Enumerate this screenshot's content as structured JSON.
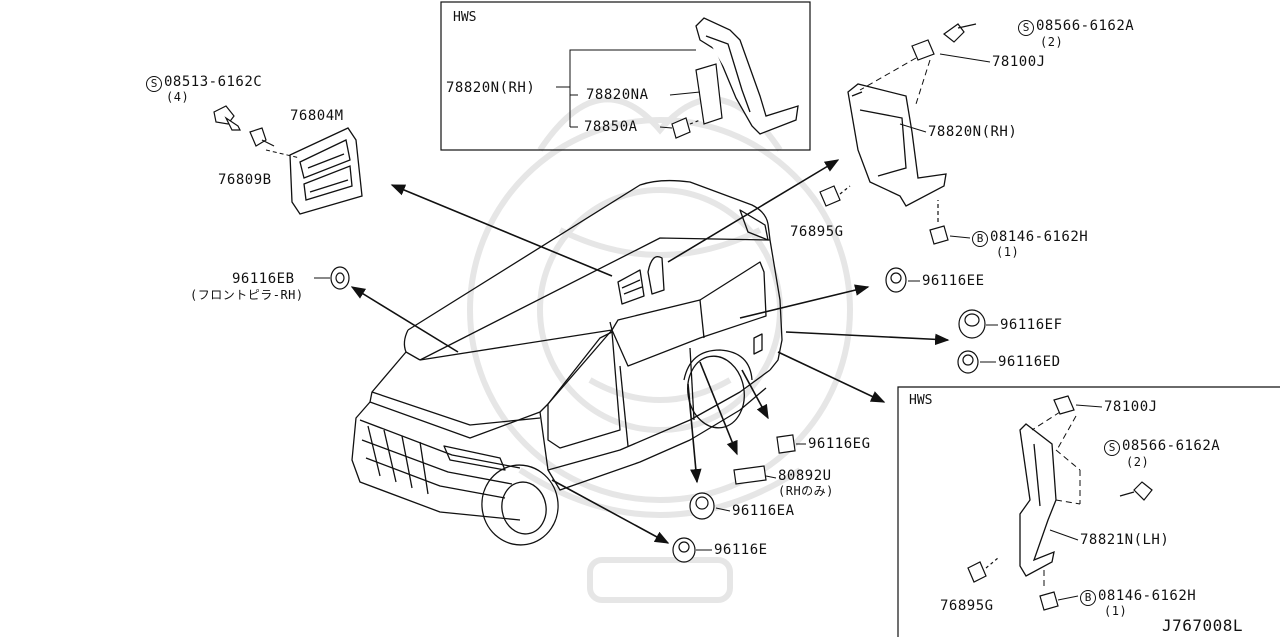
{
  "colors": {
    "line": "#111111",
    "watermark": "#e4e4e4",
    "background": "#ffffff"
  },
  "inset_top": {
    "title": "HWS",
    "parts": {
      "p78820n_rh": "78820N(RH)",
      "p78820na": "78820NA",
      "p78850a": "78850A"
    }
  },
  "inset_bottom": {
    "title": "HWS",
    "parts": {
      "p78100j": "78100J",
      "p08566_symbol": "S",
      "p08566": "08566-6162A",
      "p08566_qty": "(2)",
      "p78821n_lh": "78821N(LH)",
      "p76895g": "76895G",
      "p08146_symbol": "B",
      "p08146": "08146-6162H",
      "p08146_qty": "(1)"
    }
  },
  "parts": {
    "p08513_symbol": "S",
    "p08513": "08513-6162C",
    "p08513_qty": "(4)",
    "p76804m": "76804M",
    "p76809b": "76809B",
    "p96116eb": "96116EB",
    "p96116eb_note": "(フロントピラ-RH)",
    "p08566_symbol": "S",
    "p08566": "08566-6162A",
    "p08566_qty": "(2)",
    "p78100j": "78100J",
    "p78820n_rh": "78820N(RH)",
    "p76895g": "76895G",
    "p08146_symbol": "B",
    "p08146": "08146-6162H",
    "p08146_qty": "(1)",
    "p96116ee": "96116EE",
    "p96116ef": "96116EF",
    "p96116ed": "96116ED",
    "p96116eg": "96116EG",
    "p80892u": "80892U",
    "p80892u_note": "(RHのみ)",
    "p96116ea": "96116EA",
    "p96116e": "96116E"
  },
  "diagram_code": "J767008L"
}
